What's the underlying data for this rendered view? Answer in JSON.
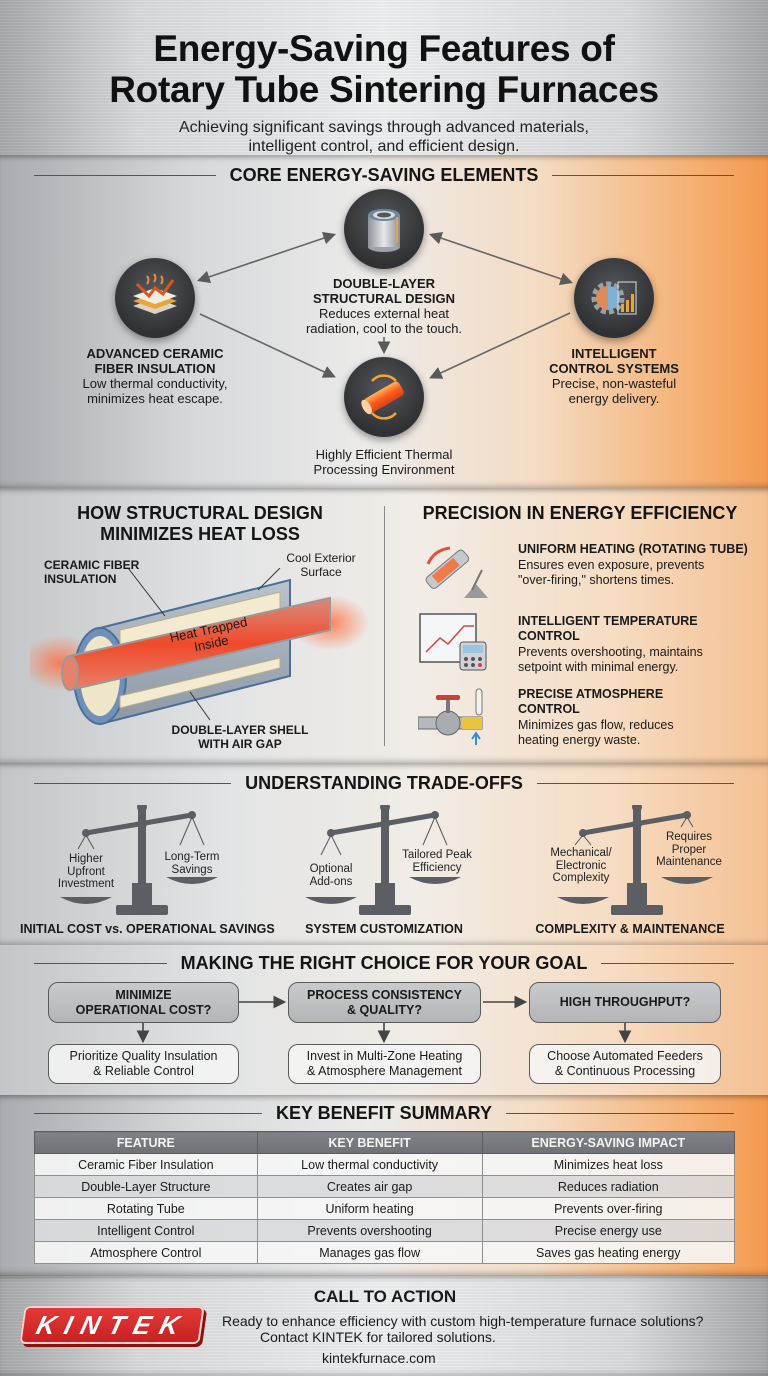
{
  "header": {
    "title_line1": "Energy-Saving Features of",
    "title_line2": "Rotary Tube Sintering Furnaces",
    "subtitle_line1": "Achieving significant savings through advanced materials,",
    "subtitle_line2": "intelligent control, and efficient design."
  },
  "core": {
    "title": "CORE ENERGY-SAVING ELEMENTS",
    "nodes": [
      {
        "icon": "ceramic-insulation-icon",
        "title_line1": "ADVANCED CERAMIC",
        "title_line2": "FIBER INSULATION",
        "desc_line1": "Low thermal conductivity,",
        "desc_line2": "minimizes heat escape."
      },
      {
        "icon": "double-layer-cylinder-icon",
        "title_line1": "DOUBLE-LAYER",
        "title_line2": "STRUCTURAL DESIGN",
        "desc_line1": "Reduces external heat",
        "desc_line2": "radiation, cool to the touch."
      },
      {
        "icon": "intelligent-control-icon",
        "title_line1": "INTELLIGENT",
        "title_line2": "CONTROL SYSTEMS",
        "desc_line1": "Precise, non-wasteful",
        "desc_line2": "energy delivery."
      },
      {
        "icon": "heated-tube-icon",
        "title_line1": "",
        "title_line2": "",
        "desc_line1": "Highly Efficient Thermal",
        "desc_line2": "Processing Environment"
      }
    ]
  },
  "structural": {
    "title_line1": "HOW STRUCTURAL DESIGN",
    "title_line2": "MINIMIZES HEAT LOSS",
    "callouts": {
      "insulation_line1": "CERAMIC FIBER",
      "insulation_line2": "INSULATION",
      "exterior_line1": "Cool Exterior",
      "exterior_line2": "Surface",
      "heat_line1": "Heat Trapped",
      "heat_line2": "Inside",
      "shell_line1": "DOUBLE-LAYER SHELL",
      "shell_line2": "WITH AIR GAP"
    }
  },
  "precision": {
    "title": "PRECISION IN ENERGY EFFICIENCY",
    "features": [
      {
        "icon": "rotating-tube-icon",
        "title_line1": "UNIFORM HEATING (ROTATING TUBE)",
        "title_line2": "",
        "desc_line1": "Ensures even exposure, prevents",
        "desc_line2": "\"over-firing,\" shortens times."
      },
      {
        "icon": "temperature-chart-icon",
        "title_line1": "INTELLIGENT TEMPERATURE",
        "title_line2": "CONTROL",
        "desc_line1": "Prevents overshooting, maintains",
        "desc_line2": "setpoint with minimal energy."
      },
      {
        "icon": "gas-valve-icon",
        "title_line1": "PRECISE ATMOSPHERE",
        "title_line2": "CONTROL",
        "desc_line1": "Minimizes gas flow, reduces",
        "desc_line2": "heating energy waste."
      }
    ]
  },
  "tradeoffs": {
    "title": "UNDERSTANDING TRADE-OFFS",
    "items": [
      {
        "left": [
          "Higher",
          "Upfront",
          "Investment"
        ],
        "right": [
          "Long-Term",
          "Savings"
        ],
        "caption": "INITIAL COST vs. OPERATIONAL SAVINGS"
      },
      {
        "left": [
          "Optional",
          "Add-ons"
        ],
        "right": [
          "Tailored Peak",
          "Efficiency"
        ],
        "caption": "SYSTEM CUSTOMIZATION"
      },
      {
        "left": [
          "Mechanical/",
          "Electronic",
          "Complexity"
        ],
        "right": [
          "Requires",
          "Proper",
          "Maintenance"
        ],
        "caption": "COMPLEXITY & MAINTENANCE"
      }
    ]
  },
  "choice": {
    "title": "MAKING THE RIGHT CHOICE FOR YOUR GOAL",
    "goals": [
      {
        "q_line1": "MINIMIZE",
        "q_line2": "OPERATIONAL COST?",
        "a_line1": "Prioritize Quality Insulation",
        "a_line2": "& Reliable Control"
      },
      {
        "q_line1": "PROCESS CONSISTENCY",
        "q_line2": "& QUALITY?",
        "a_line1": "Invest in Multi-Zone Heating",
        "a_line2": "& Atmosphere Management"
      },
      {
        "q_line1": "HIGH THROUGHPUT?",
        "q_line2": "",
        "a_line1": "Choose Automated Feeders",
        "a_line2": "& Continuous Processing"
      }
    ]
  },
  "summary": {
    "title": "KEY BENEFIT SUMMARY",
    "columns": [
      "FEATURE",
      "KEY BENEFIT",
      "ENERGY-SAVING IMPACT"
    ],
    "rows": [
      [
        "Ceramic Fiber Insulation",
        "Low thermal conductivity",
        "Minimizes heat loss"
      ],
      [
        "Double-Layer Structure",
        "Creates air gap",
        "Reduces radiation"
      ],
      [
        "Rotating Tube",
        "Uniform heating",
        "Prevents over-firing"
      ],
      [
        "Intelligent Control",
        "Prevents overshooting",
        "Precise energy use"
      ],
      [
        "Atmosphere Control",
        "Manages gas flow",
        "Saves gas heating energy"
      ]
    ]
  },
  "footer": {
    "logo": "KINTEK",
    "cta_title": "CALL TO ACTION",
    "cta_line1": "Ready to enhance efficiency with custom high-temperature furnace solutions?",
    "cta_line2": "Contact KINTEK for tailored solutions.",
    "website": "kintekfurnace.com"
  },
  "colors": {
    "accent_orange": "#f39a4e",
    "logo_red": "#d42a2a",
    "table_header": "#75787d",
    "icon_circle": "#3a3c40"
  }
}
